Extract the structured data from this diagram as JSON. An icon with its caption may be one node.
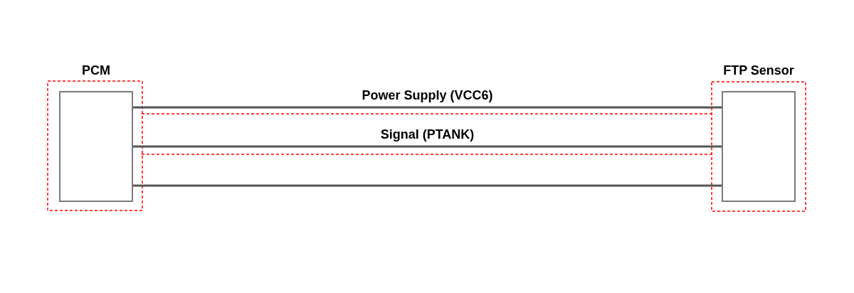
{
  "diagram": {
    "nodes": [
      {
        "text": [
          "PCM"
        ]
      },
      {
        "text": [
          "FTP Sensor"
        ]
      }
    ],
    "edges": [
      {
        "from": 0,
        "to": 1,
        "arrow": "none",
        "label": "Power Supply (VCC6)"
      },
      {
        "from": 0,
        "to": 1,
        "arrow": "none",
        "label": "Signal (PTANK)"
      },
      {
        "from": 0,
        "to": 1,
        "arrow": "none"
      }
    ]
  }
}
